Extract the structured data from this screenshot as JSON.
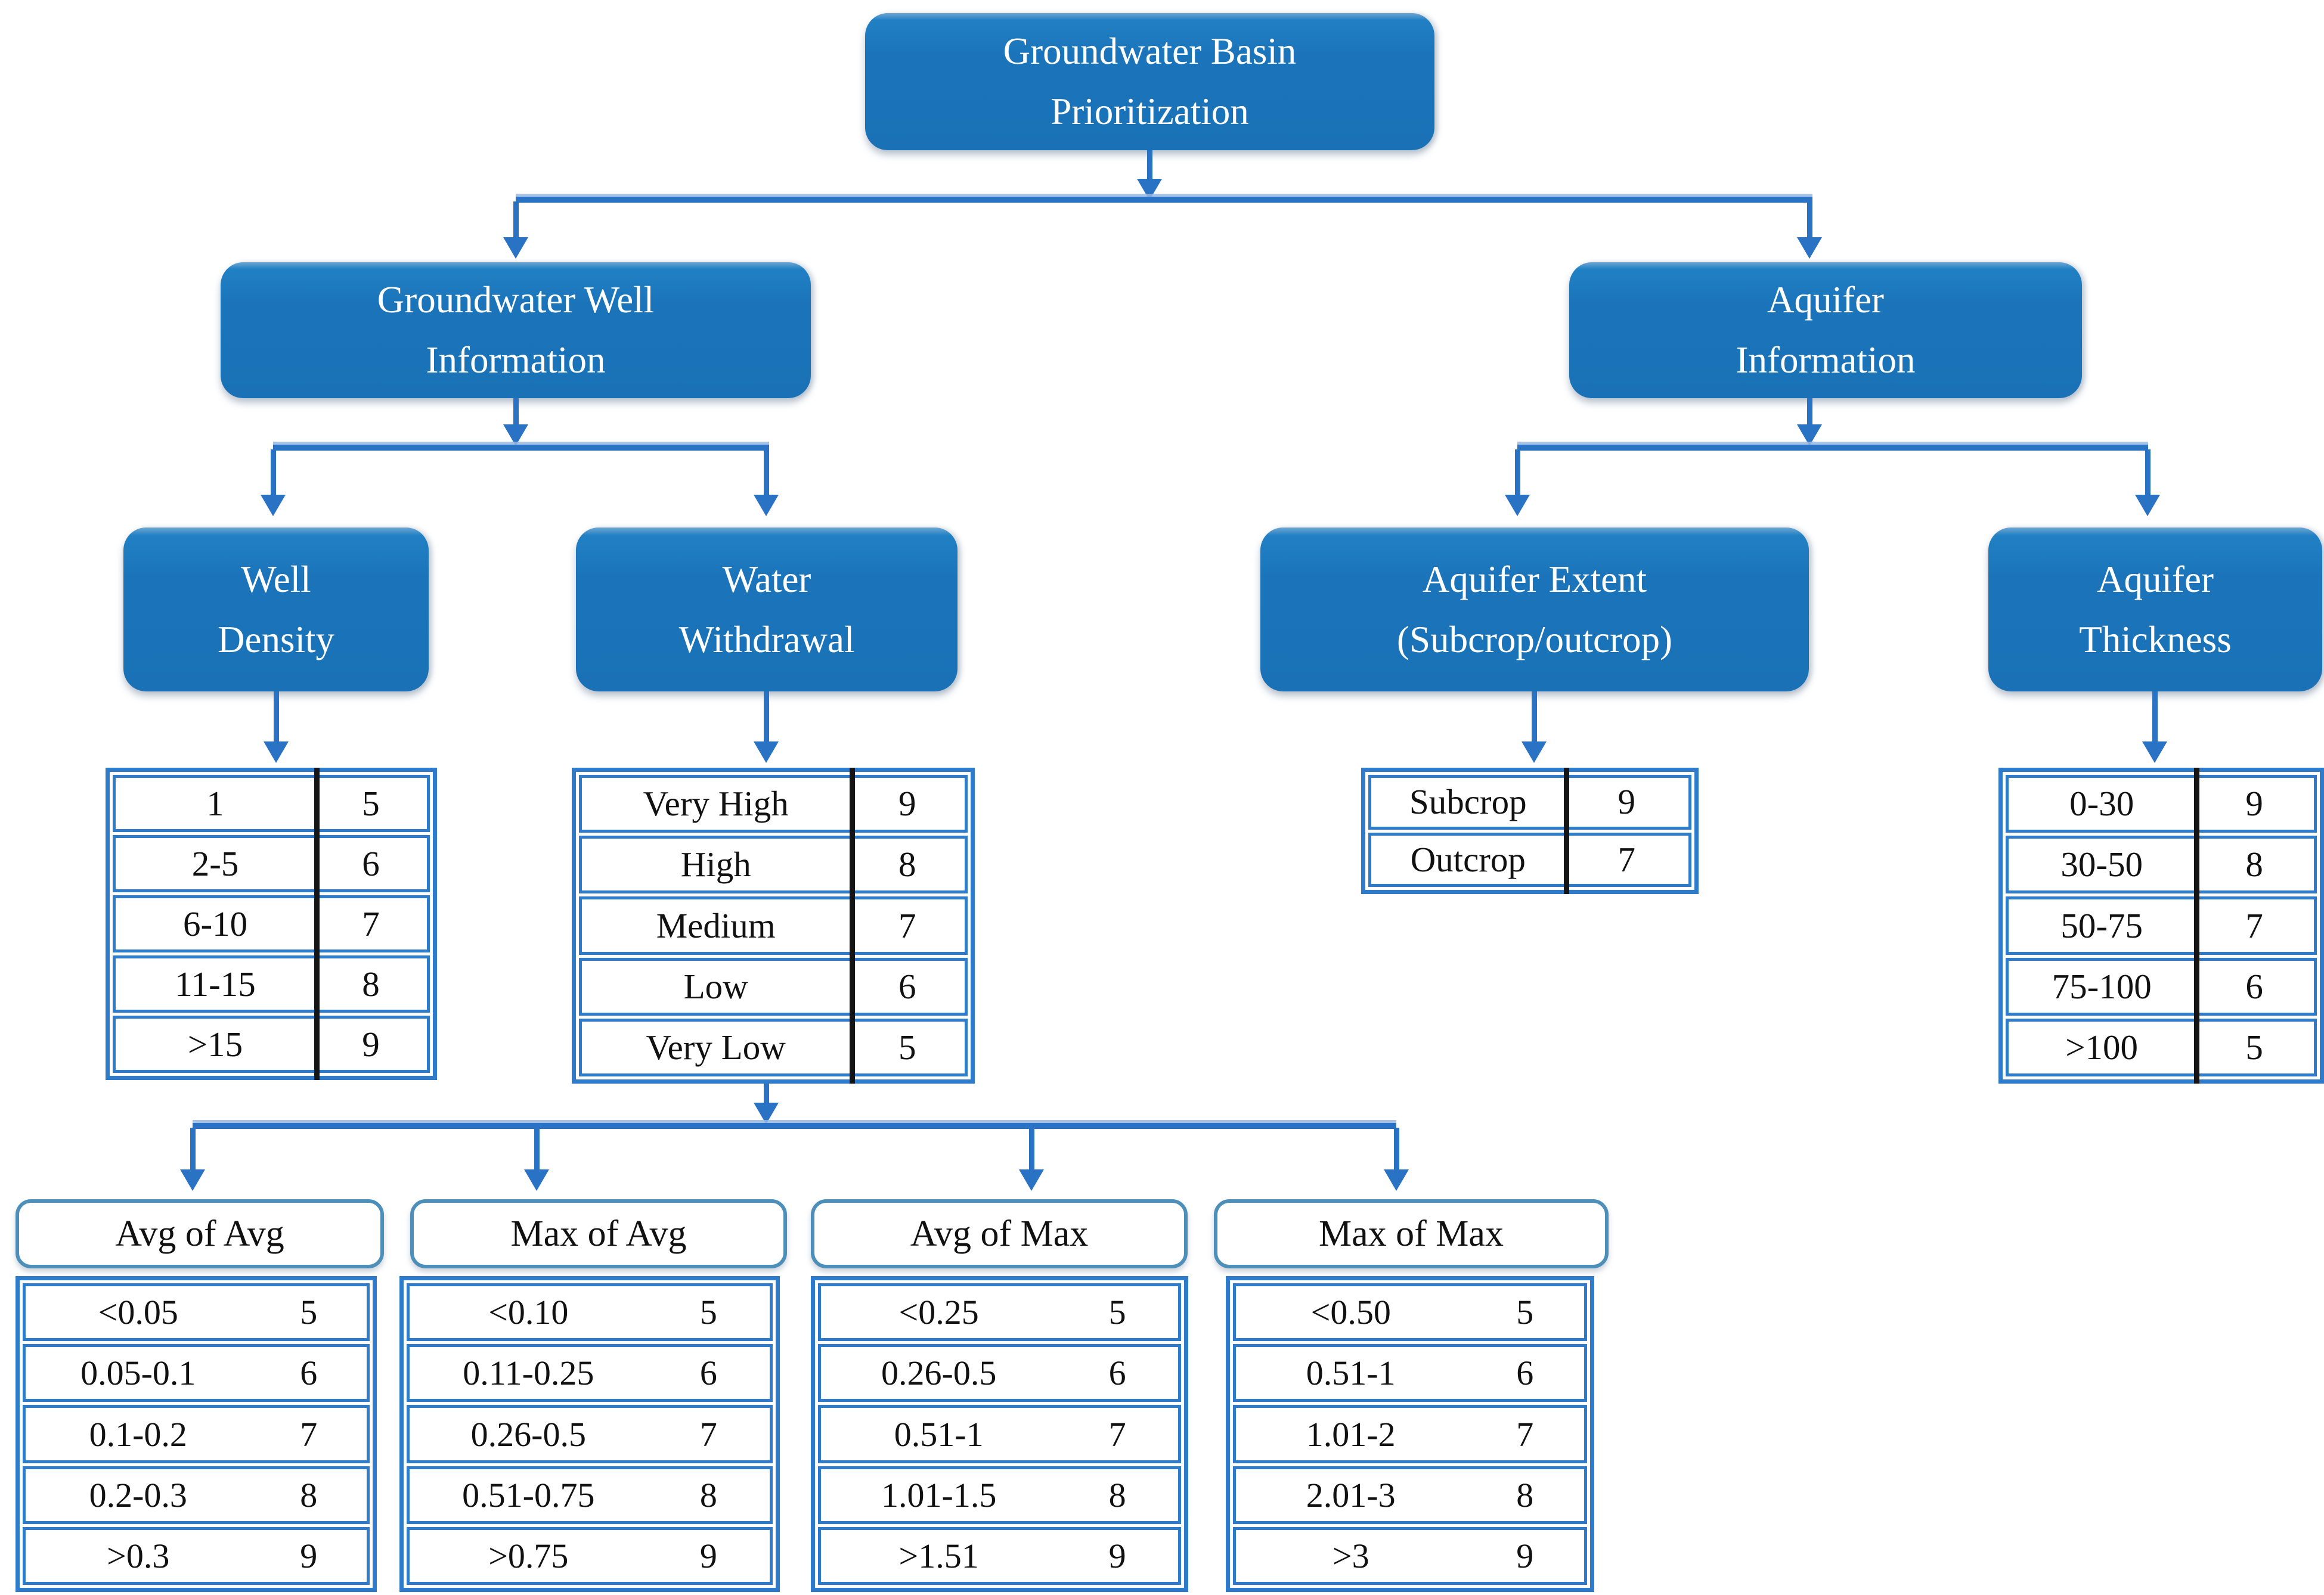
{
  "title": "Groundwater Basin Prioritization hierarchy diagram",
  "colors": {
    "node_fill": "#1B74BA",
    "node_text": "#FFFFFF",
    "connector": "#2A72C4",
    "table_border": "#2E7BCB",
    "column_divider": "#151515",
    "header_pill_border": "#4E8FBA",
    "text": "#111111"
  },
  "nodes": {
    "root": "Groundwater  Basin\nPrioritization",
    "groundwater_well_information": "Groundwater  Well\nInformation",
    "aquifer_information": "Aquifer\nInformation",
    "well_density": "Well\nDensity",
    "water_withdrawal": "Water\nWithdrawal",
    "aquifer_extent": "Aquifer  Extent\n(Subcrop/outcrop)",
    "aquifer_thickness": "Aquifer\nThickness"
  },
  "tables": {
    "well_density": {
      "rows": [
        [
          "1",
          "5"
        ],
        [
          "2-5",
          "6"
        ],
        [
          "6-10",
          "7"
        ],
        [
          "11-15",
          "8"
        ],
        [
          ">15",
          "9"
        ]
      ]
    },
    "water_withdrawal": {
      "rows": [
        [
          "Very High",
          "9"
        ],
        [
          "High",
          "8"
        ],
        [
          "Medium",
          "7"
        ],
        [
          "Low",
          "6"
        ],
        [
          "Very Low",
          "5"
        ]
      ]
    },
    "aquifer_extent": {
      "rows": [
        [
          "Subcrop",
          "9"
        ],
        [
          "Outcrop",
          "7"
        ]
      ]
    },
    "aquifer_thickness": {
      "rows": [
        [
          "0-30",
          "9"
        ],
        [
          "30-50",
          "8"
        ],
        [
          "50-75",
          "7"
        ],
        [
          "75-100",
          "6"
        ],
        [
          ">100",
          "5"
        ]
      ]
    }
  },
  "metrics": [
    {
      "title": "Avg of Avg",
      "rows": [
        [
          "<0.05",
          "5"
        ],
        [
          "0.05-0.1",
          "6"
        ],
        [
          "0.1-0.2",
          "7"
        ],
        [
          "0.2-0.3",
          "8"
        ],
        [
          ">0.3",
          "9"
        ]
      ]
    },
    {
      "title": "Max of Avg",
      "rows": [
        [
          "<0.10",
          "5"
        ],
        [
          "0.11-0.25",
          "6"
        ],
        [
          "0.26-0.5",
          "7"
        ],
        [
          "0.51-0.75",
          "8"
        ],
        [
          ">0.75",
          "9"
        ]
      ]
    },
    {
      "title": "Avg of Max",
      "rows": [
        [
          "<0.25",
          "5"
        ],
        [
          "0.26-0.5",
          "6"
        ],
        [
          "0.51-1",
          "7"
        ],
        [
          "1.01-1.5",
          "8"
        ],
        [
          ">1.51",
          "9"
        ]
      ]
    },
    {
      "title": "Max of Max",
      "rows": [
        [
          "<0.50",
          "5"
        ],
        [
          "0.51-1",
          "6"
        ],
        [
          "1.01-2",
          "7"
        ],
        [
          "2.01-3",
          "8"
        ],
        [
          ">3",
          "9"
        ]
      ]
    }
  ]
}
